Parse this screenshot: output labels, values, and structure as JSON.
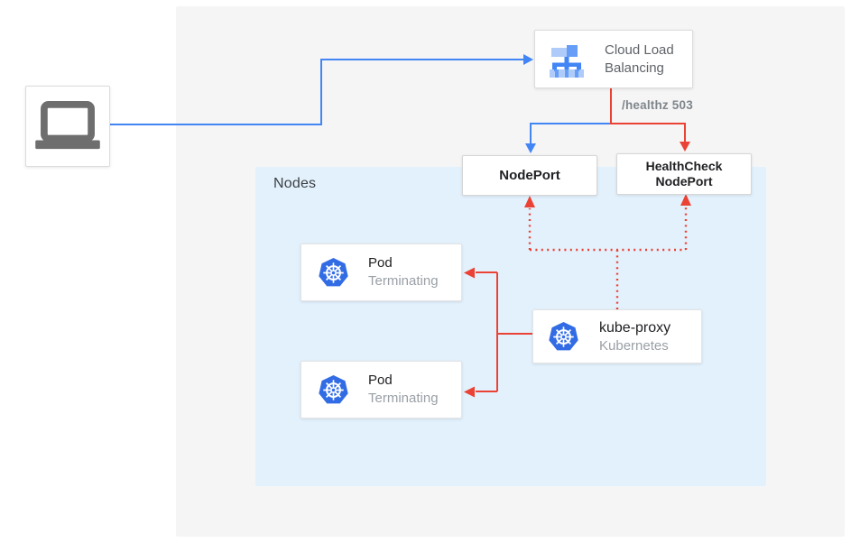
{
  "diagram_type": "kubernetes-external-traffic-health-check-diagram",
  "colors": {
    "traffic_blue": "#4285f4",
    "healthcheck_red": "#ea4335",
    "canvas_bg": "#f5f5f5",
    "nodes_bg": "#e3f1fd",
    "kubernetes_blue": "#326ce5",
    "lb_icon_light": "#aecbfa",
    "lb_icon_medium": "#669df6",
    "lb_icon_dark": "#4285f4",
    "laptop_gray": "#6e6e6e"
  },
  "client": {
    "icon": "laptop-icon"
  },
  "cloud_load_balancing": {
    "label": "Cloud Load Balancing",
    "icon": "load-balancer-icon"
  },
  "health_check_annotation": {
    "label": "/healthz 503"
  },
  "nodeport": {
    "label": "NodePort"
  },
  "healthcheck_nodeport": {
    "label": "HealthCheck NodePort"
  },
  "nodes_group": {
    "label": "Nodes"
  },
  "pods": [
    {
      "title": "Pod",
      "status": "Terminating",
      "icon": "kubernetes-icon"
    },
    {
      "title": "Pod",
      "status": "Terminating",
      "icon": "kubernetes-icon"
    }
  ],
  "kube_proxy": {
    "title": "kube-proxy",
    "subtitle": "Kubernetes",
    "icon": "kubernetes-icon"
  }
}
